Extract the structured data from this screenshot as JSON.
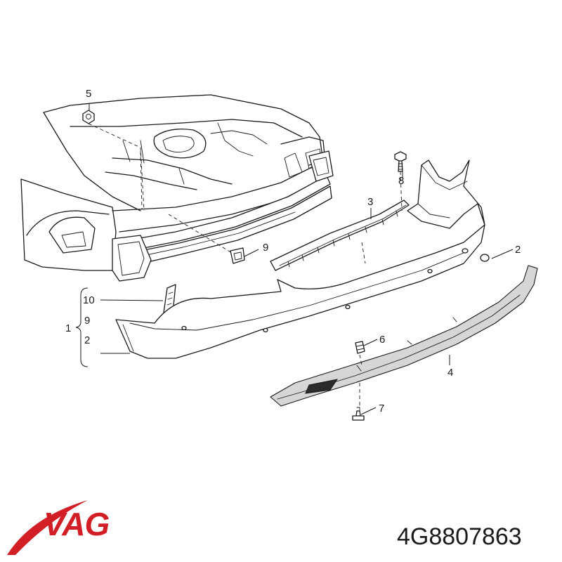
{
  "callouts": {
    "c1": "1",
    "c2a": "2",
    "c2b": "2",
    "c3": "3",
    "c4": "4",
    "c5": "5",
    "c6": "6",
    "c7": "7",
    "c8": "8",
    "c9a": "9",
    "c9b": "9",
    "c10": "10"
  },
  "brand": {
    "name": "VAG",
    "color": "#d21f26"
  },
  "part_number": "4G8807863"
}
